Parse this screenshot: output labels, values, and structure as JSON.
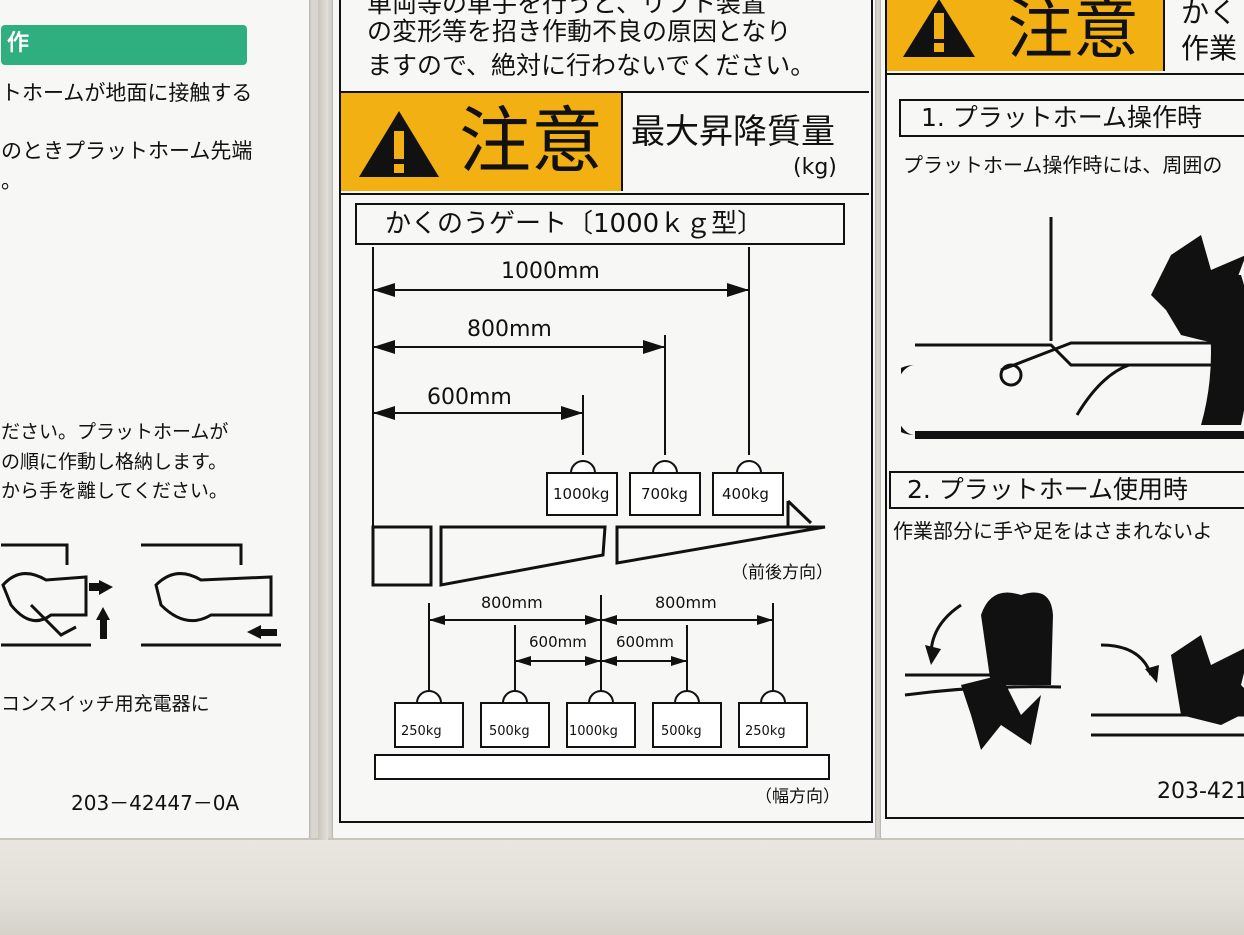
{
  "left_panel": {
    "section_header": "作",
    "lines": [
      "トホームが地面に接触する",
      "のときプラットホーム先端",
      "。",
      "ださい。プラットホームが",
      "の順に作動し格納します。",
      "から手を離してください。",
      "コンスイッチ用充電器に"
    ],
    "part_number": "203－42447－0A"
  },
  "center_panel": {
    "top_text": [
      "車両等の車手を行うと、リフト装置",
      "の変形等を招き作動不良の原因となり",
      "ますので、絶対に行わないでください。"
    ],
    "warning_label": "注意",
    "title": "最大昇降質量",
    "title_unit": "(kg)",
    "gate_label": "かくのうゲート〔1000ｋｇ型〕",
    "longitudinal": {
      "dims": [
        "1000mm",
        "800mm",
        "600mm"
      ],
      "weights": [
        "1000kg",
        "700kg",
        "400kg"
      ],
      "direction": "（前後方向）"
    },
    "lateral": {
      "dims_outer": [
        "800mm",
        "800mm"
      ],
      "dims_inner": [
        "600mm",
        "600mm"
      ],
      "weights": [
        "250kg",
        "500kg",
        "1000kg",
        "500kg",
        "250kg"
      ],
      "direction": "（幅方向）"
    }
  },
  "right_panel": {
    "warning_label": "注意",
    "header_side": [
      "かく",
      "作業"
    ],
    "section1_title": "1. プラットホーム操作時",
    "section1_text": "プラットホーム操作時には、周囲の",
    "section2_title": "2. プラットホーム使用時",
    "section2_text": "作業部分に手や足をはさまれないよ",
    "part_number": "203-421"
  },
  "colors": {
    "warning_yellow": "#f2b012",
    "header_green": "#2fae7f",
    "label_white": "#f7f7f5",
    "ink": "#111111"
  }
}
